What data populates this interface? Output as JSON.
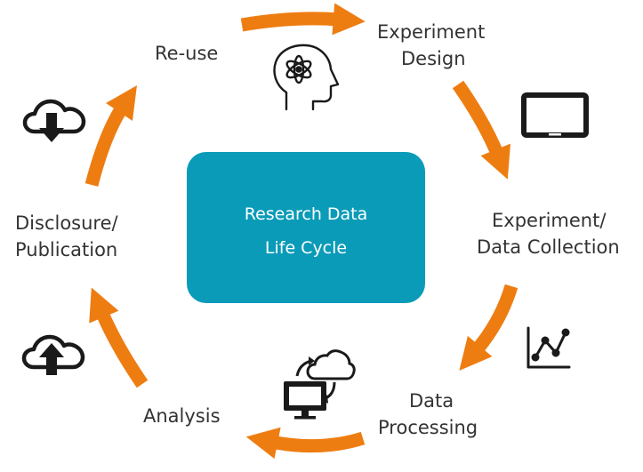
{
  "center": {
    "line1": "Research Data",
    "line2": "Life Cycle"
  },
  "stages": {
    "experiment_design": {
      "line1": "Experiment",
      "line2": "Design"
    },
    "data_collection": {
      "line1": "Experiment/",
      "line2": "Data Collection"
    },
    "data_processing": {
      "line1": "Data",
      "line2": "Processing"
    },
    "analysis": {
      "line1": "Analysis"
    },
    "publication": {
      "line1": "Disclosure/",
      "line2": "Publication"
    },
    "reuse": {
      "line1": "Re-use"
    }
  },
  "icons": [
    "brain-atom-icon",
    "tablet-icon",
    "line-chart-icon",
    "computer-cloud-sync-icon",
    "cloud-upload-icon",
    "cloud-download-icon"
  ],
  "colors": {
    "arrow": "#ee7d11",
    "center_box": "#0a9bb8",
    "center_text": "#ffffff",
    "text": "#333333",
    "icon": "#1a1a1a"
  }
}
